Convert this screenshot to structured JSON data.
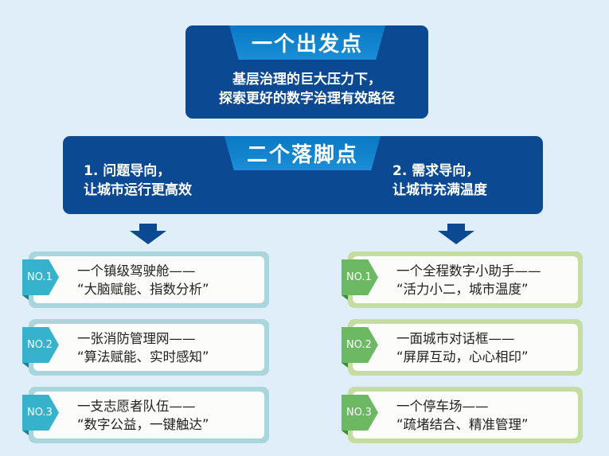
{
  "top": {
    "title": "一个出发点",
    "lines": [
      "基层治理的巨大压力下，",
      "探索更好的数字治理有效路径"
    ]
  },
  "middle": {
    "title": "二个落脚点",
    "left": [
      "1. 问题导向，",
      "让城市运行更高效"
    ],
    "right": [
      "2. 需求导向，",
      "让城市充满温度"
    ]
  },
  "left_cards": [
    {
      "tag": "NO.1",
      "line1": "一个镇级驾驶舱——",
      "line2": "“大脑赋能、指数分析”"
    },
    {
      "tag": "NO.2",
      "line1": "一张消防管理网——",
      "line2": "“算法赋能、实时感知”"
    },
    {
      "tag": "NO.3",
      "line1": "一支志愿者队伍——",
      "line2": "“数字公益，一键触达”"
    }
  ],
  "right_cards": [
    {
      "tag": "NO.1",
      "line1": "一个全程数字小助手——",
      "line2": "“活力小二，城市温度”"
    },
    {
      "tag": "NO.2",
      "line1": "一面城市对话框——",
      "line2": "“屏屏互动，心心相印”"
    },
    {
      "tag": "NO.3",
      "line1": "一个停车场——",
      "line2": "“疏堵结合、精准管理”"
    }
  ],
  "colors": {
    "dark_blue": "#0b4a92",
    "teal": "#36b2cc",
    "green": "#6db862"
  }
}
